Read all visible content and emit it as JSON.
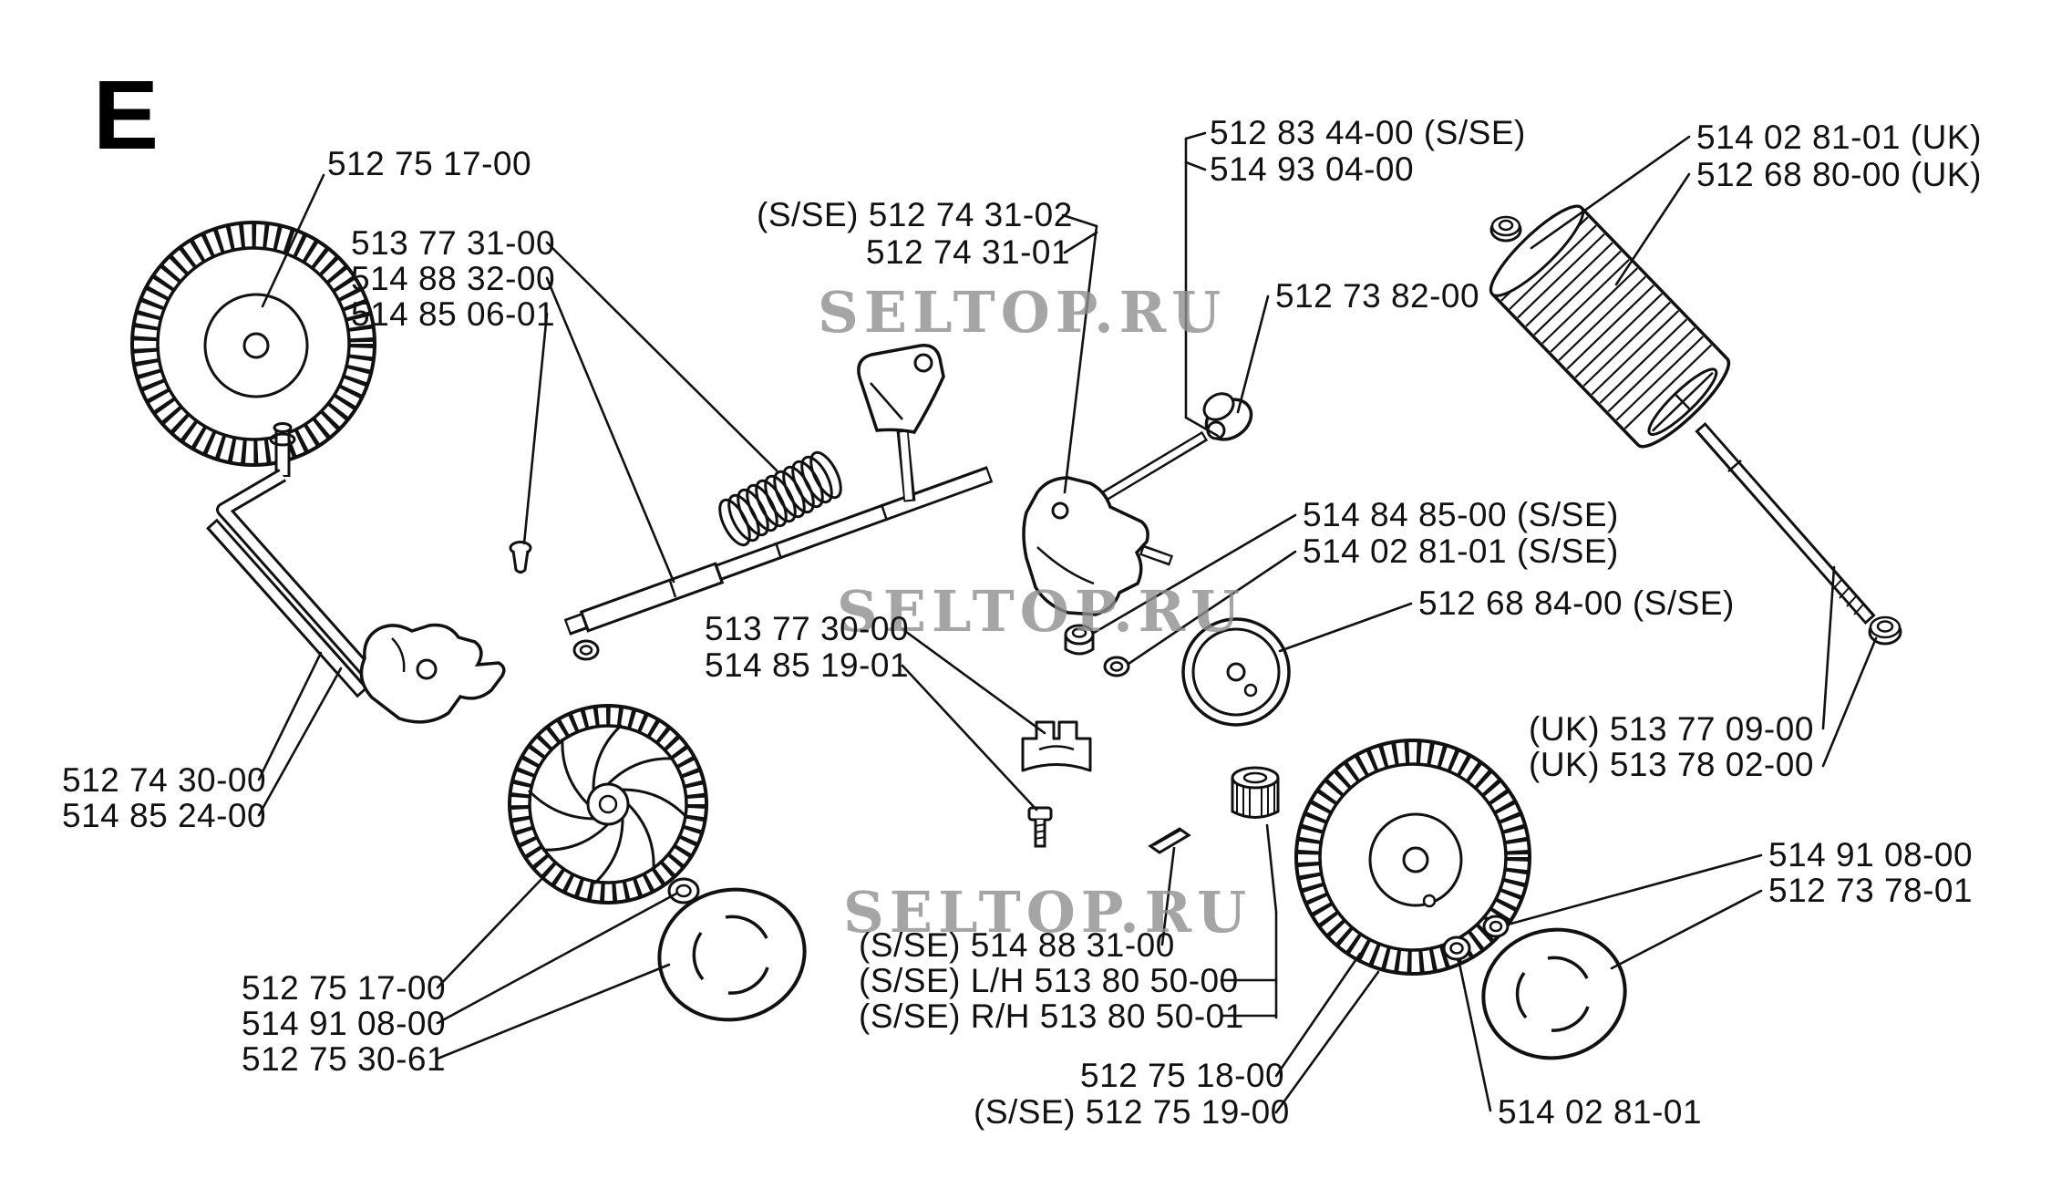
{
  "page": {
    "section_letter": "E",
    "watermark": "SELTOP.RU"
  },
  "colors": {
    "ink": "#111111",
    "background": "#ffffff",
    "watermark": "#8f8f8f"
  },
  "labels": [
    {
      "id": "l1",
      "text": "512 75 17-00"
    },
    {
      "id": "l2",
      "text": "513 77 31-00"
    },
    {
      "id": "l3",
      "text": "514 88 32-00"
    },
    {
      "id": "l4",
      "text": "514 85 06-01"
    },
    {
      "id": "l5",
      "text": "(S/SE) 512 74 31-02"
    },
    {
      "id": "l6",
      "text": "512 74 31-01"
    },
    {
      "id": "l7",
      "text": "512 83 44-00 (S/SE)"
    },
    {
      "id": "l8",
      "text": "514 93 04-00"
    },
    {
      "id": "l9",
      "text": "514 02 81-01 (UK)"
    },
    {
      "id": "l10",
      "text": "512 68 80-00 (UK)"
    },
    {
      "id": "l11",
      "text": "512 73 82-00"
    },
    {
      "id": "l12",
      "text": "514 84 85-00 (S/SE)"
    },
    {
      "id": "l13",
      "text": "514 02 81-01 (S/SE)"
    },
    {
      "id": "l14",
      "text": "512 68 84-00 (S/SE)"
    },
    {
      "id": "l15",
      "text": "513 77 30-00"
    },
    {
      "id": "l16",
      "text": "514 85 19-01"
    },
    {
      "id": "l17",
      "text": "512 74 30-00"
    },
    {
      "id": "l18",
      "text": "514 85 24-00"
    },
    {
      "id": "l19",
      "text": "(UK) 513 77 09-00"
    },
    {
      "id": "l20",
      "text": "(UK) 513 78 02-00"
    },
    {
      "id": "l21",
      "text": "514 91 08-00"
    },
    {
      "id": "l22",
      "text": "512 73 78-01"
    },
    {
      "id": "l23",
      "text": "512 75 17-00"
    },
    {
      "id": "l24",
      "text": "514 91 08-00"
    },
    {
      "id": "l25",
      "text": "512 75 30-61"
    },
    {
      "id": "l26",
      "text": "(S/SE) 514 88 31-00"
    },
    {
      "id": "l27",
      "text": "(S/SE) L/H 513 80 50-00"
    },
    {
      "id": "l28",
      "text": "(S/SE) R/H 513 80 50-01"
    },
    {
      "id": "l29",
      "text": "512 75 18-00"
    },
    {
      "id": "l30",
      "text": "(S/SE) 512 75 19-00"
    },
    {
      "id": "l31",
      "text": "514 02 81-01"
    }
  ]
}
